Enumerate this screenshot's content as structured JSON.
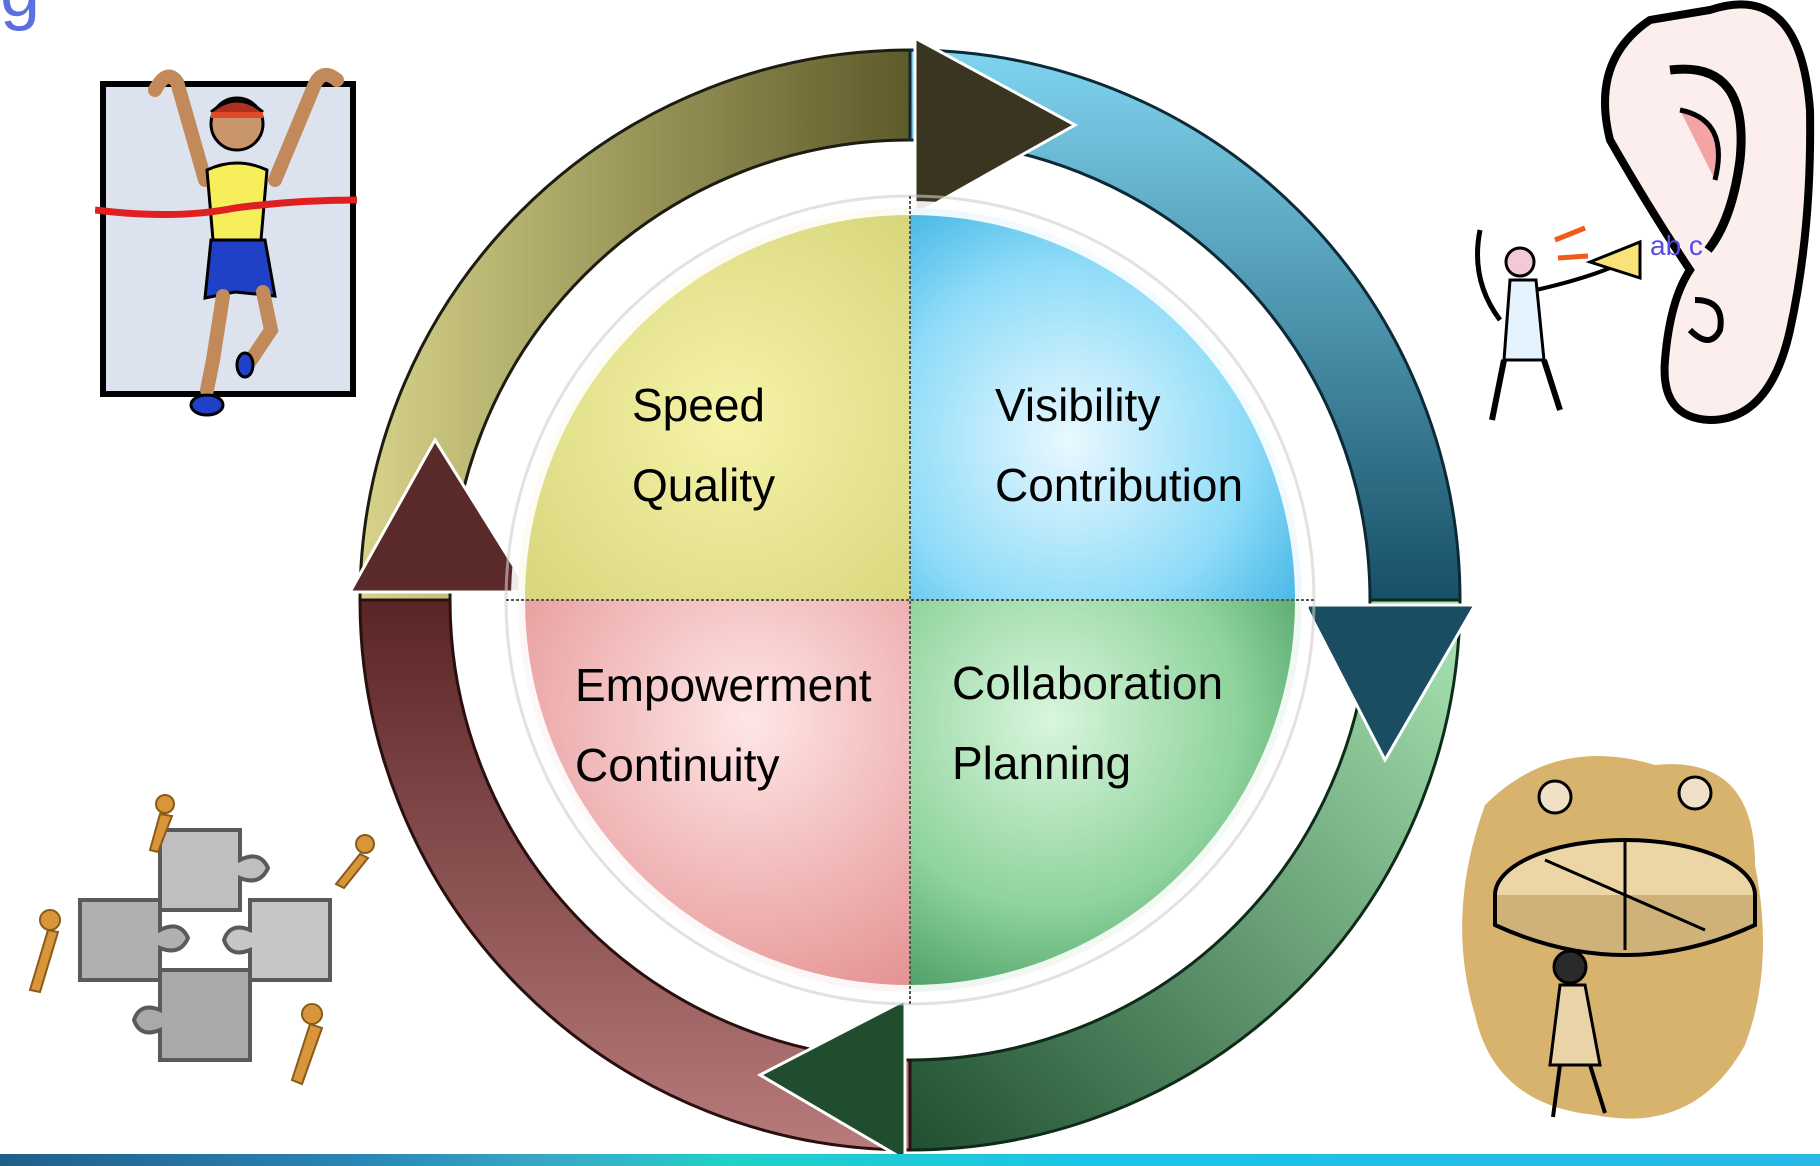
{
  "title_fragment": "g",
  "quadrants": [
    {
      "id": "top-left",
      "lines": [
        "Speed",
        "Quality"
      ],
      "color": "#e8e79a"
    },
    {
      "id": "top-right",
      "lines": [
        "Visibility",
        "Contribution"
      ],
      "color": "#4fc3ee"
    },
    {
      "id": "bottom-left",
      "lines": [
        "Empowerment",
        "Continuity"
      ],
      "color": "#f3b1b1"
    },
    {
      "id": "bottom-right",
      "lines": [
        "Collaboration",
        "Planning"
      ],
      "color": "#8ed6a0"
    }
  ],
  "ring_colors": {
    "olive": "#8a8a3c",
    "teal": "#1e6f8c",
    "green": "#2f7a4a",
    "maroon": "#7a3a3a"
  },
  "clipart": [
    "runner-icon",
    "ear-megaphone-icon",
    "puzzle-team-icon",
    "round-table-meeting-icon"
  ]
}
